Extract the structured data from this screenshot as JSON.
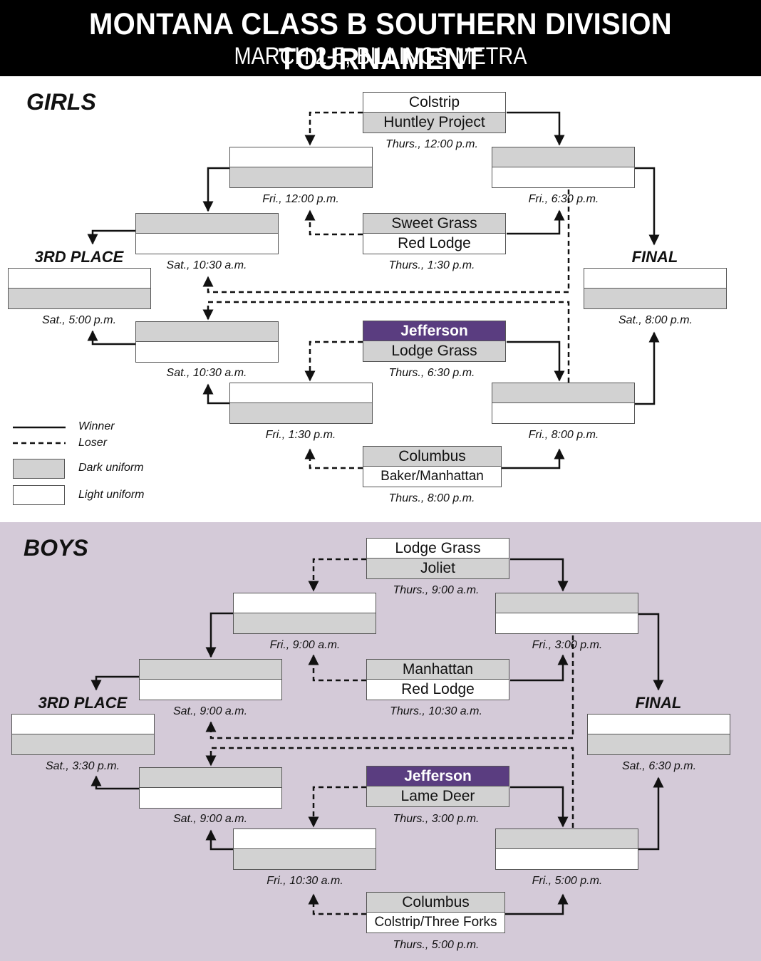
{
  "header": {
    "title": "MONTANA CLASS B SOUTHERN DIVISION TOURNAMENT",
    "subtitle": "MARCH 2-5, BILLINGS METRA"
  },
  "colors": {
    "dark_uniform": "#d2d2d2",
    "light_uniform": "#ffffff",
    "highlight": "#5a3d80",
    "boys_background": "#d4cad8"
  },
  "legend": {
    "winner": "Winner",
    "loser": "Loser",
    "dark": "Dark uniform",
    "light": "Light uniform"
  },
  "girls": {
    "title": "GIRLS",
    "third_place": "3RD PLACE",
    "final": "FINAL",
    "q1": {
      "top": "Colstrip",
      "bottom": "Huntley Project",
      "time": "Thurs., 12:00 p.m."
    },
    "q2": {
      "top": "Sweet Grass",
      "bottom": "Red Lodge",
      "time": "Thurs., 1:30 p.m."
    },
    "q3": {
      "top": "Jefferson",
      "bottom": "Lodge Grass",
      "time": "Thurs., 6:30 p.m."
    },
    "q4": {
      "top": "Columbus",
      "bottom": "Baker/Manhattan",
      "time": "Thurs., 8:00 p.m."
    },
    "l1": {
      "top": "",
      "bottom": "",
      "time": "Fri., 12:00 p.m."
    },
    "l2": {
      "top": "",
      "bottom": "",
      "time": "Fri., 1:30 p.m."
    },
    "s1": {
      "top": "",
      "bottom": "",
      "time": "Fri., 6:30 p.m."
    },
    "s2": {
      "top": "",
      "bottom": "",
      "time": "Fri., 8:00 p.m."
    },
    "c1": {
      "top": "",
      "bottom": "",
      "time": "Sat., 10:30 a.m."
    },
    "c2": {
      "top": "",
      "bottom": "",
      "time": "Sat., 10:30 a.m."
    },
    "tp": {
      "top": "",
      "bottom": "",
      "time": "Sat., 5:00 p.m."
    },
    "fn": {
      "top": "",
      "bottom": "",
      "time": "Sat., 8:00 p.m."
    }
  },
  "boys": {
    "title": "BOYS",
    "third_place": "3RD PLACE",
    "final": "FINAL",
    "q1": {
      "top": "Lodge Grass",
      "bottom": "Joliet",
      "time": "Thurs., 9:00 a.m."
    },
    "q2": {
      "top": "Manhattan",
      "bottom": "Red Lodge",
      "time": "Thurs., 10:30 a.m."
    },
    "q3": {
      "top": "Jefferson",
      "bottom": "Lame Deer",
      "time": "Thurs., 3:00 p.m."
    },
    "q4": {
      "top": "Columbus",
      "bottom": "Colstrip/Three Forks",
      "time": "Thurs., 5:00 p.m."
    },
    "l1": {
      "top": "",
      "bottom": "",
      "time": "Fri., 9:00 a.m."
    },
    "l2": {
      "top": "",
      "bottom": "",
      "time": "Fri., 10:30 a.m."
    },
    "s1": {
      "top": "",
      "bottom": "",
      "time": "Fri., 3:00 p.m."
    },
    "s2": {
      "top": "",
      "bottom": "",
      "time": "Fri., 5:00 p.m."
    },
    "c1": {
      "top": "",
      "bottom": "",
      "time": "Sat., 9:00 a.m."
    },
    "c2": {
      "top": "",
      "bottom": "",
      "time": "Sat., 9:00 a.m."
    },
    "tp": {
      "top": "",
      "bottom": "",
      "time": "Sat., 3:30 p.m."
    },
    "fn": {
      "top": "",
      "bottom": "",
      "time": "Sat., 6:30 p.m."
    }
  }
}
